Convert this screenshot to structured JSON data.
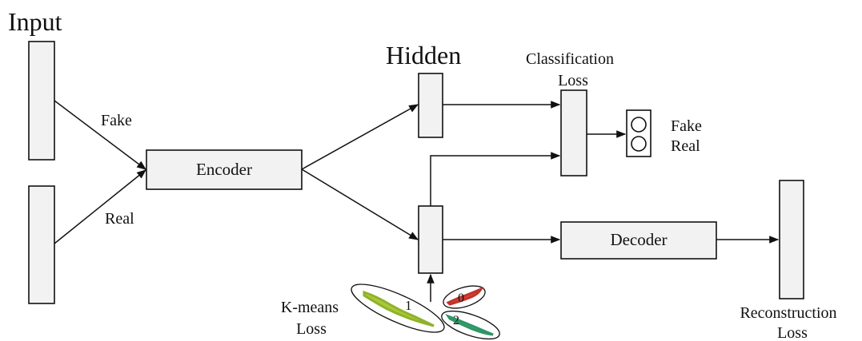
{
  "diagram": {
    "input_title": "Input",
    "hidden_title": "Hidden",
    "fake_label": "Fake",
    "real_label": "Real",
    "encoder_label": "Encoder",
    "decoder_label": "Decoder",
    "classification_loss_line1": "Classification",
    "classification_loss_line2": "Loss",
    "output_fake_label": "Fake",
    "output_real_label": "Real",
    "kmeans_loss_line1": "K-means",
    "kmeans_loss_line2": "Loss",
    "reconstruction_loss_line1": "Reconstruction",
    "reconstruction_loss_line2": "Loss",
    "cluster_labels": [
      "1",
      "0",
      "2"
    ]
  },
  "colors": {
    "stroke": "#111111",
    "box_fill": "#f2f2f2",
    "cluster_1": "#a9c93a",
    "cluster_0": "#d9443a",
    "cluster_2": "#3fae7a"
  }
}
